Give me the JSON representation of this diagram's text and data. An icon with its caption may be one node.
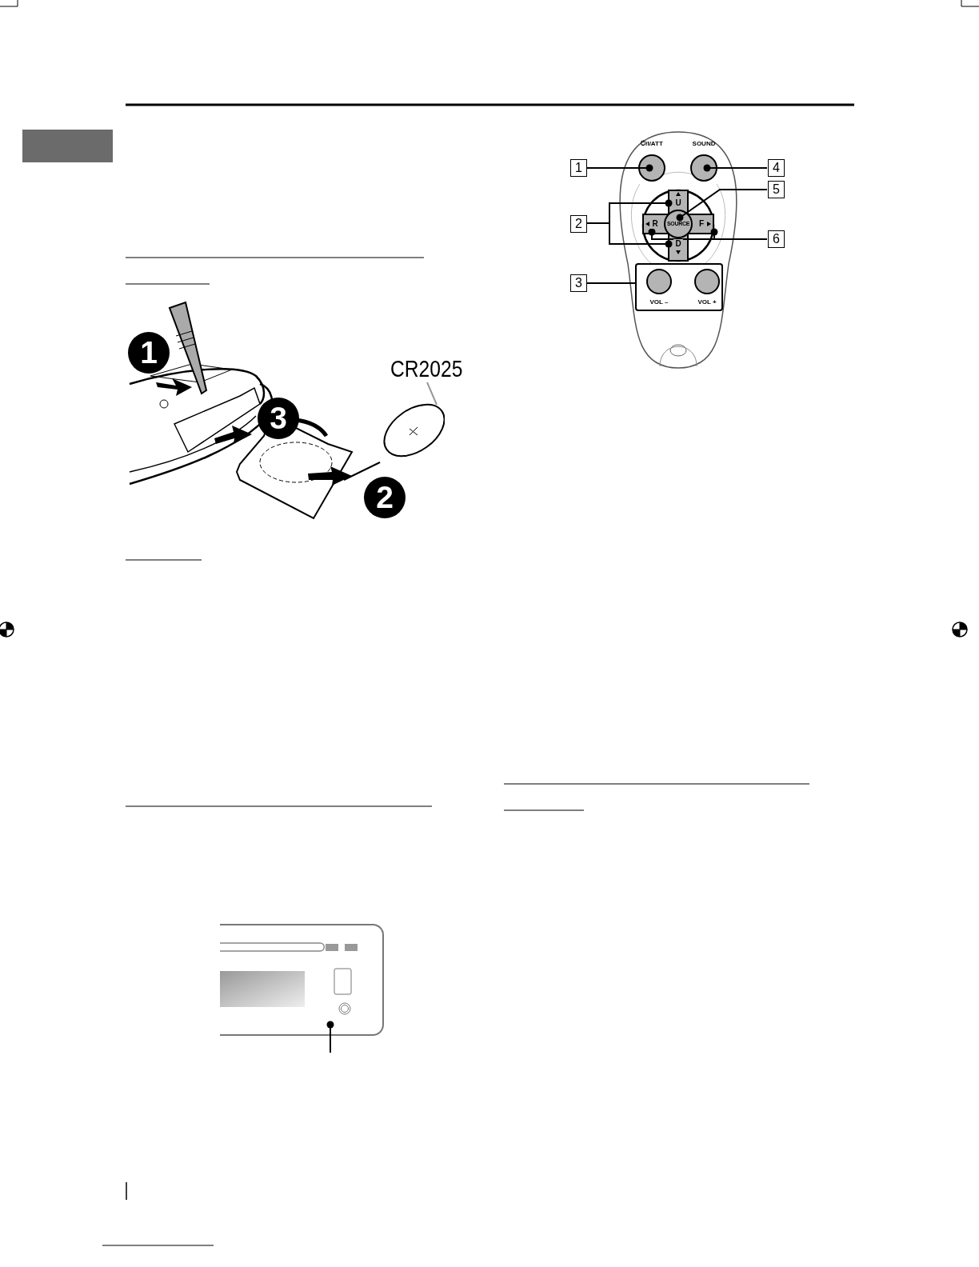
{
  "diagram": {
    "nodes": [
      {
        "text": [
          "1"
        ]
      },
      {
        "text": [
          "2"
        ]
      },
      {
        "text": [
          "3"
        ]
      },
      {
        "text": [
          "4"
        ]
      },
      {
        "text": [
          "5"
        ]
      },
      {
        "text": [
          "6"
        ]
      },
      {
        "text": [
          "⏻/I/ATT"
        ]
      },
      {
        "text": [
          "SOUND"
        ]
      },
      {
        "text": [
          "U"
        ]
      },
      {
        "text": [
          "D"
        ]
      },
      {
        "text": [
          "R"
        ]
      },
      {
        "text": [
          "SOURCE"
        ]
      },
      {
        "text": [
          "F"
        ]
      },
      {
        "text": [],
        "shape": "box"
      },
      {
        "text": [
          "VOL –"
        ],
        "in": 13
      },
      {
        "text": [
          "VOL +"
        ],
        "in": 13
      },
      {
        "text": [
          "CR2025"
        ]
      },
      {
        "text": [],
        "shape": "picture"
      },
      {
        "text": [],
        "shape": "box"
      },
      {
        "text": [],
        "shape": "box"
      }
    ],
    "edges": [
      {
        "from": 0,
        "to": 6,
        "arrow": "other"
      },
      {
        "from": 1,
        "to": 8,
        "arrow": "other"
      },
      {
        "from": 1,
        "to": 9,
        "arrow": "other"
      },
      {
        "from": 2,
        "to": 13,
        "arrow": "none"
      },
      {
        "from": 3,
        "to": 7,
        "arrow": "other"
      },
      {
        "from": 4,
        "to": 11,
        "arrow": "other"
      },
      {
        "from": 5,
        "to": 10,
        "arrow": "other"
      },
      {
        "from": 5,
        "to": 12,
        "arrow": "other"
      },
      {
        "from": 16,
        "to": 17,
        "arrow": "none",
        "color": "#999999"
      },
      {
        "from": null,
        "to": 18,
        "arrow": "other"
      }
    ],
    "labels": [
      "1",
      "3",
      "2"
    ]
  }
}
